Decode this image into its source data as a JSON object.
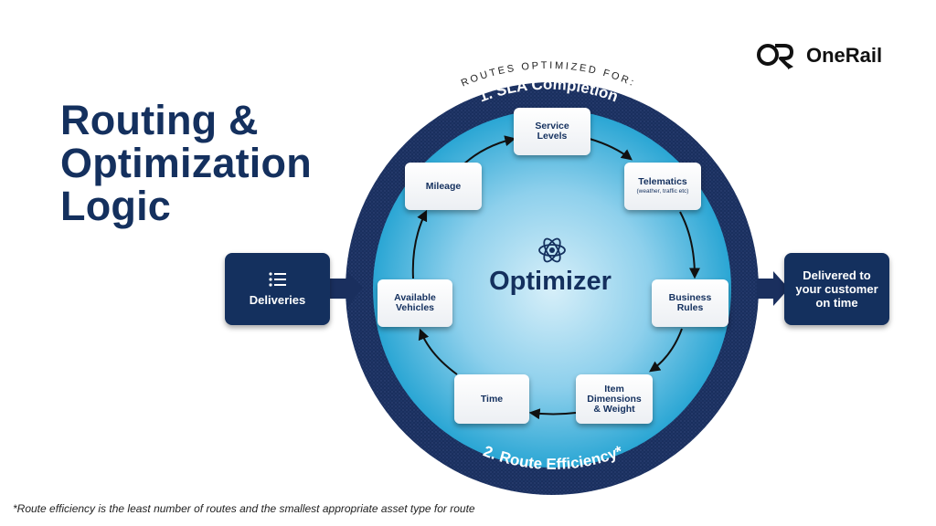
{
  "title_lines": [
    "Routing &",
    "Optimization",
    "Logic"
  ],
  "logo": {
    "text": "OneRail",
    "icon": "onerail-logo-icon"
  },
  "colors": {
    "navy": "#14305e",
    "ring": "#1a2f5e",
    "inner_light": "#d7eff9",
    "inner_dark": "#2aa6d4"
  },
  "ring": {
    "top_caption": "ROUTES OPTIMIZED FOR:",
    "top_label": "1. SLA Completion",
    "bottom_label": "2. Route Efficiency*"
  },
  "center": {
    "label": "Optimizer",
    "icon": "atom-icon"
  },
  "input_box": {
    "label": "Deliveries",
    "icon": "list-icon"
  },
  "output_box": {
    "label": "Delivered to your customer on time"
  },
  "nodes": {
    "service_levels": {
      "label": "Service Levels"
    },
    "telematics": {
      "label": "Telematics",
      "sub": "(weather, traffic etc)"
    },
    "business_rules": {
      "label": "Business Rules"
    },
    "item_dimensions": {
      "label": "Item Dimensions & Weight"
    },
    "time": {
      "label": "Time"
    },
    "available_vehicles": {
      "label": "Available Vehicles"
    },
    "mileage": {
      "label": "Mileage"
    }
  },
  "footnote": "*Route efficiency is the least number of routes and the smallest appropriate asset type for route"
}
